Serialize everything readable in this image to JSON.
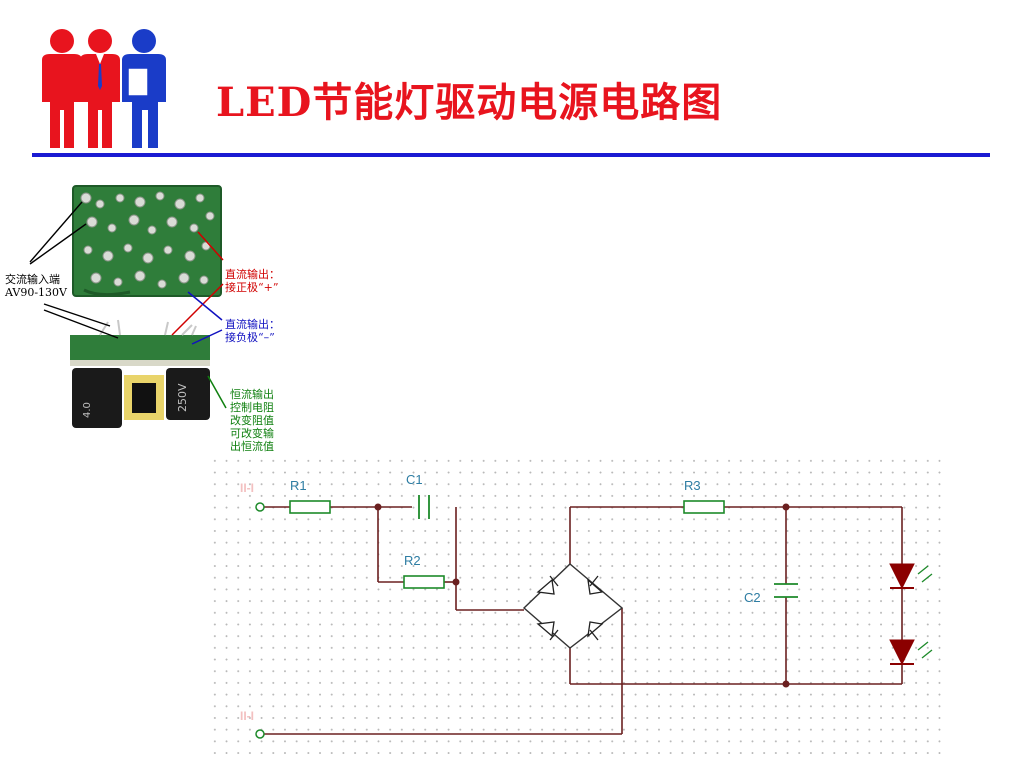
{
  "slide": {
    "title": "LED节能灯驱动电源电路图",
    "title_color": "#e8141e",
    "rule_color": "#1a1ad2"
  },
  "logo": {
    "icon": "three-people-icon",
    "colors": [
      "#e8141e",
      "#e8141e",
      "#1a3cc8"
    ]
  },
  "photo": {
    "callouts": {
      "ac_input": [
        "交流输入端",
        "AV90-130V"
      ],
      "dc_positive": [
        "直流输出：",
        "接正极“+”"
      ],
      "dc_negative": [
        "直流输出：",
        "接负极“–”"
      ],
      "current_resistor": [
        "恒流输出",
        "控制电阻",
        "改变阻值",
        "可改变输",
        "出恒流值"
      ]
    },
    "capacitor_prints": [
      "250V",
      "4.0"
    ],
    "colors": {
      "ac": "#000000",
      "positive": "#d00000",
      "negative": "#1010c0",
      "resistor": "#108010"
    }
  },
  "schematic": {
    "components": {
      "r1": "R1",
      "r2": "R2",
      "r3": "R3",
      "c1": "C1",
      "c2": "C2",
      "input_top": "II-I",
      "input_bottom": "II-I"
    },
    "wire_color": "#6b2020",
    "part_color": "#1d8a2a",
    "label_color": "#2e7da3",
    "led_color": "#8b0000"
  }
}
